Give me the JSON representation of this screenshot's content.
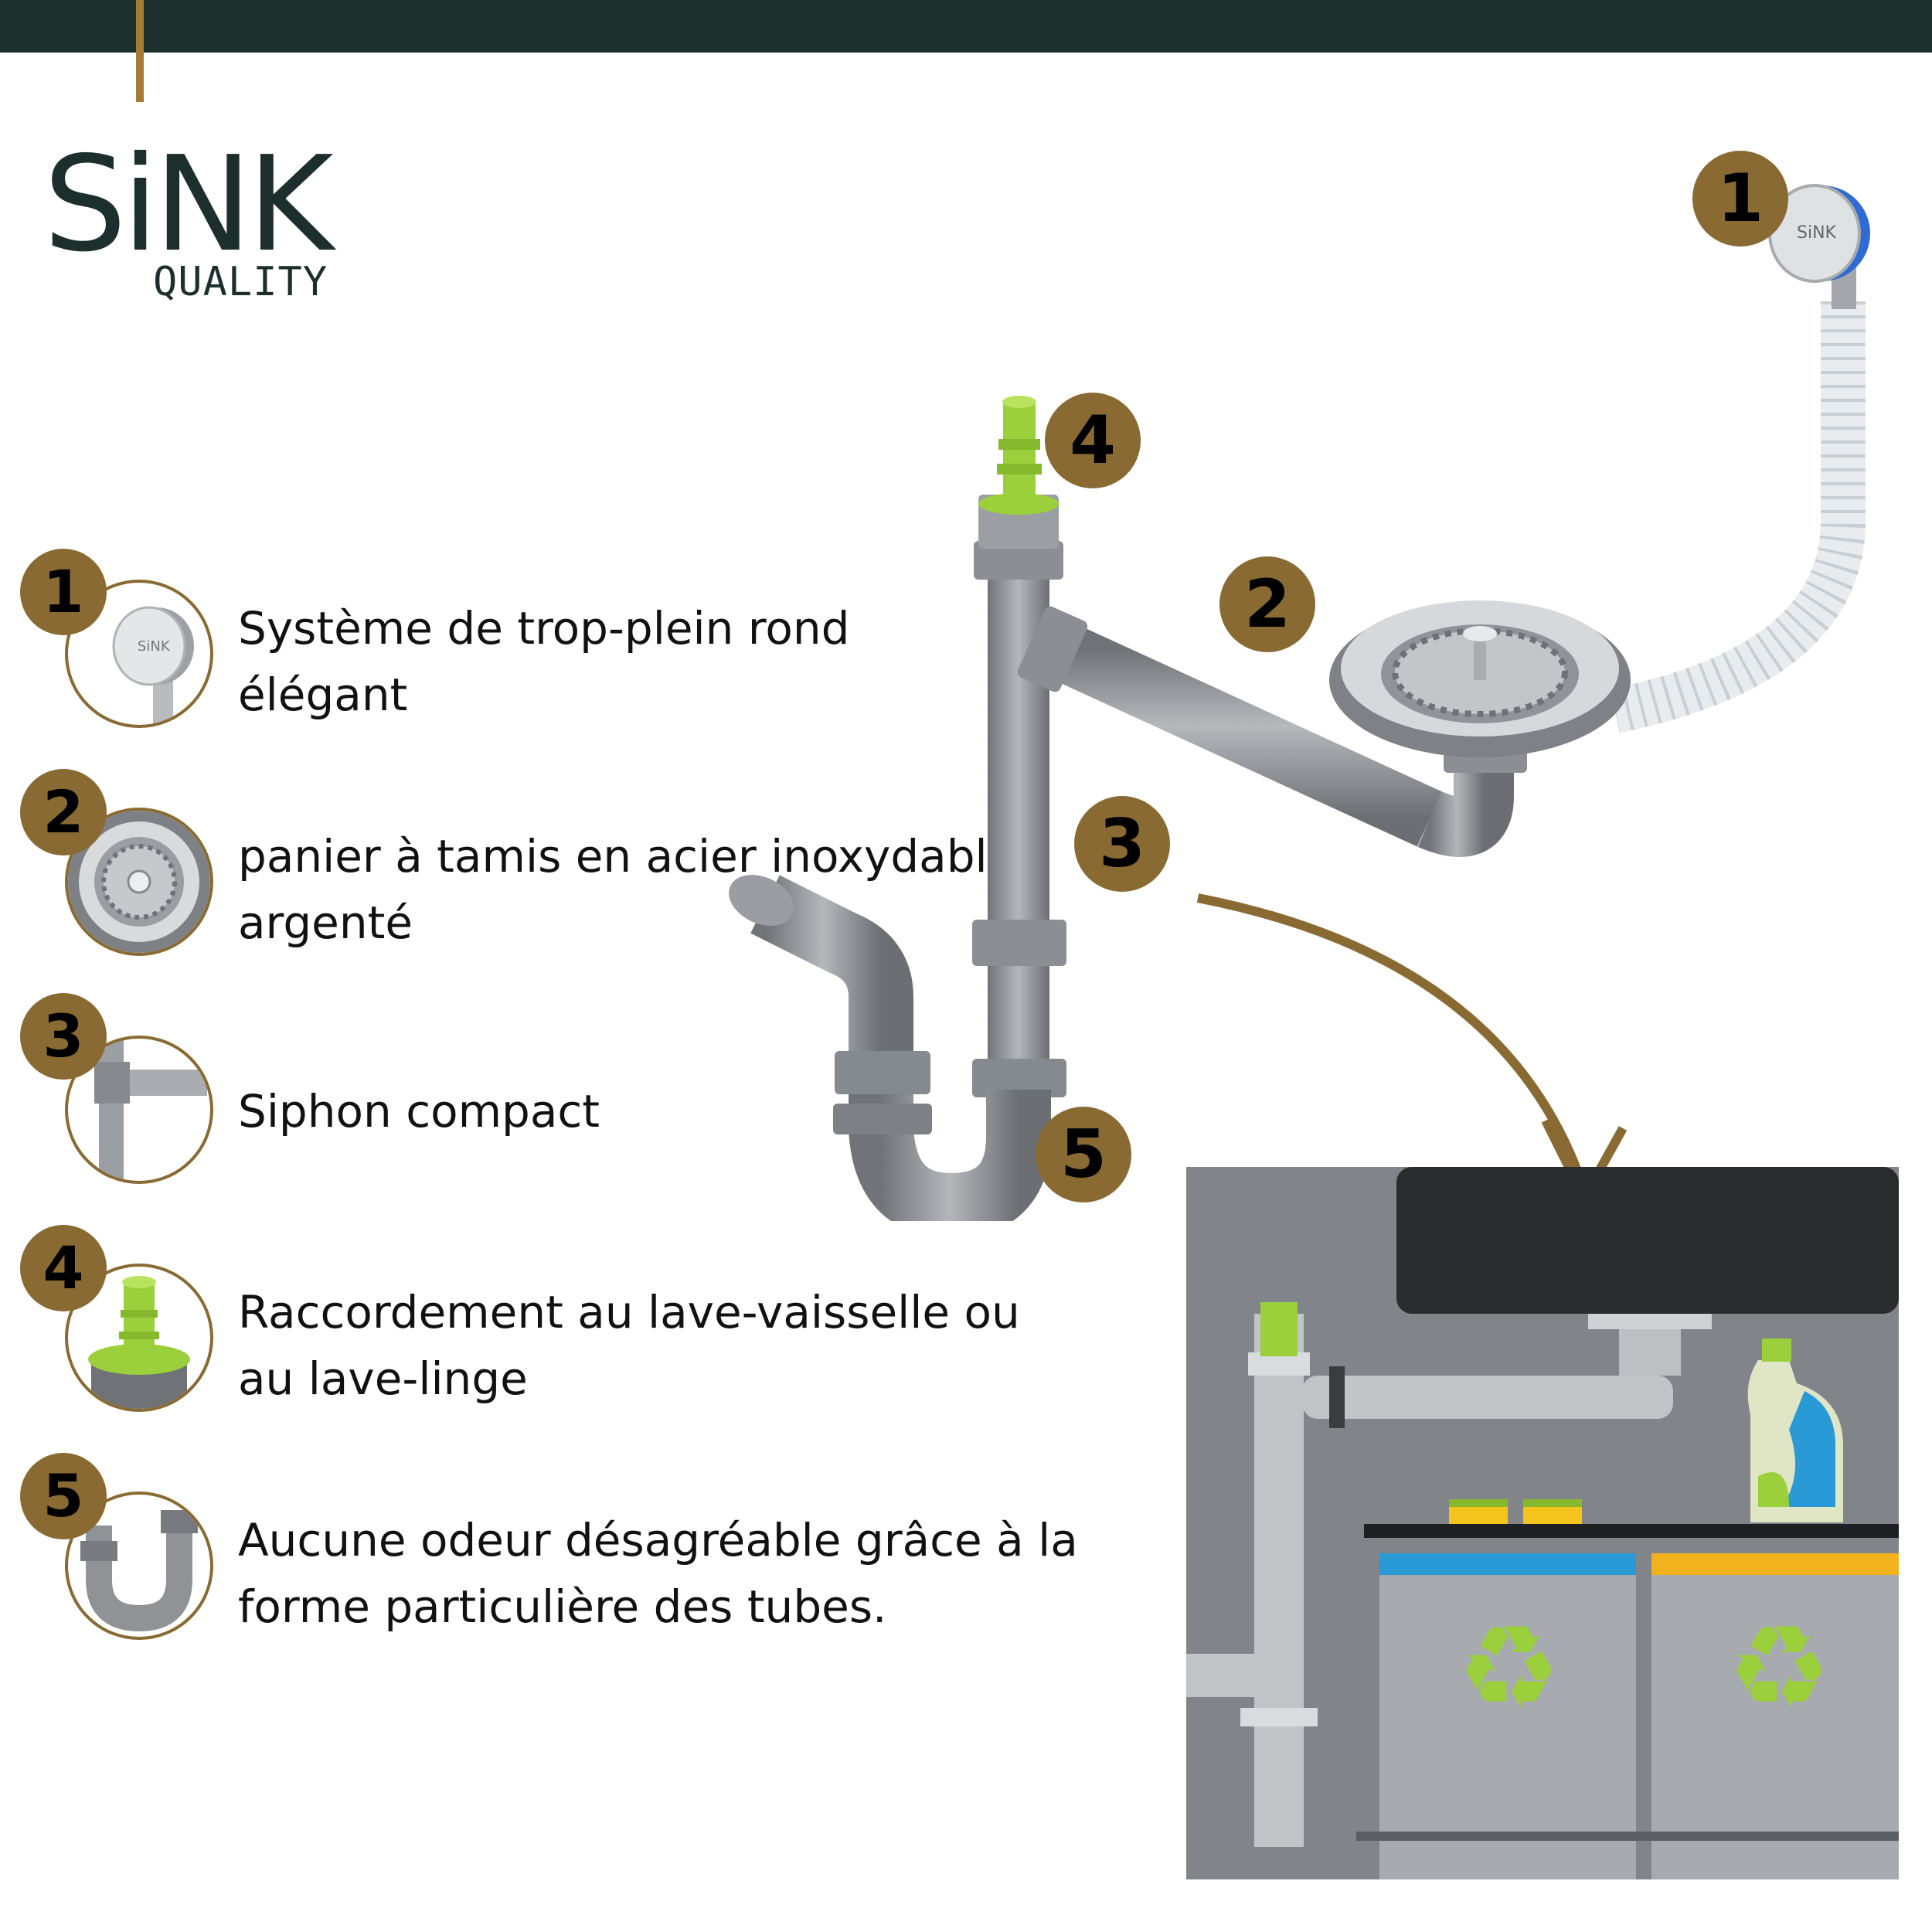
{
  "brand": {
    "name": "SiNK",
    "tagline": "QUALITY"
  },
  "features": [
    {
      "number": "1",
      "text_line1": "Système de trop-plein rond",
      "text_line2": "élégant",
      "icon": "overflow-icon"
    },
    {
      "number": "2",
      "text_line1": "panier à tamis en acier inoxydable",
      "text_line2": "argenté",
      "icon": "strainer-basket-icon"
    },
    {
      "number": "3",
      "text_line1": "Siphon compact",
      "text_line2": "",
      "icon": "siphon-icon"
    },
    {
      "number": "4",
      "text_line1": "Raccordement au lave-vaisselle ou",
      "text_line2": "au lave-linge",
      "icon": "connector-icon"
    },
    {
      "number": "5",
      "text_line1": "Aucune odeur désagréable grâce à la",
      "text_line2": "forme particulière des tubes.",
      "icon": "u-bend-icon"
    }
  ],
  "diagram_labels": [
    "1",
    "2",
    "3",
    "4",
    "5"
  ],
  "colors": {
    "dark": "#1d2f2d",
    "gold": "#8a6a33",
    "pipe": "#8f9396",
    "green": "#9ccf3c",
    "bin_blue": "#2a9ad6",
    "bin_yellow": "#f2b21e"
  }
}
